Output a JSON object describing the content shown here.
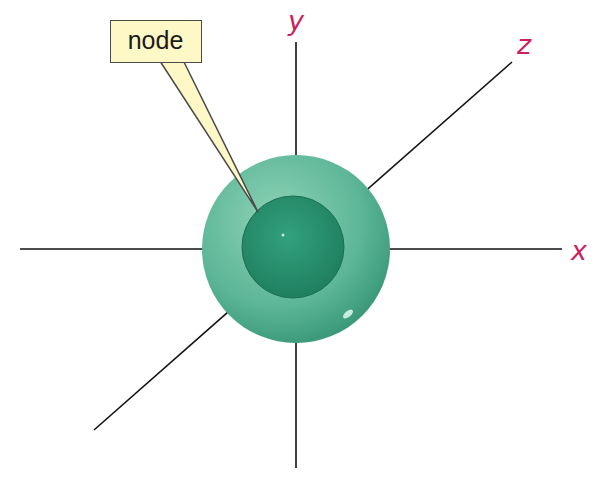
{
  "diagram": {
    "nodes": [
      {
        "text": [
          "node"
        ]
      }
    ],
    "labels": [
      "y",
      "z",
      "x"
    ]
  }
}
